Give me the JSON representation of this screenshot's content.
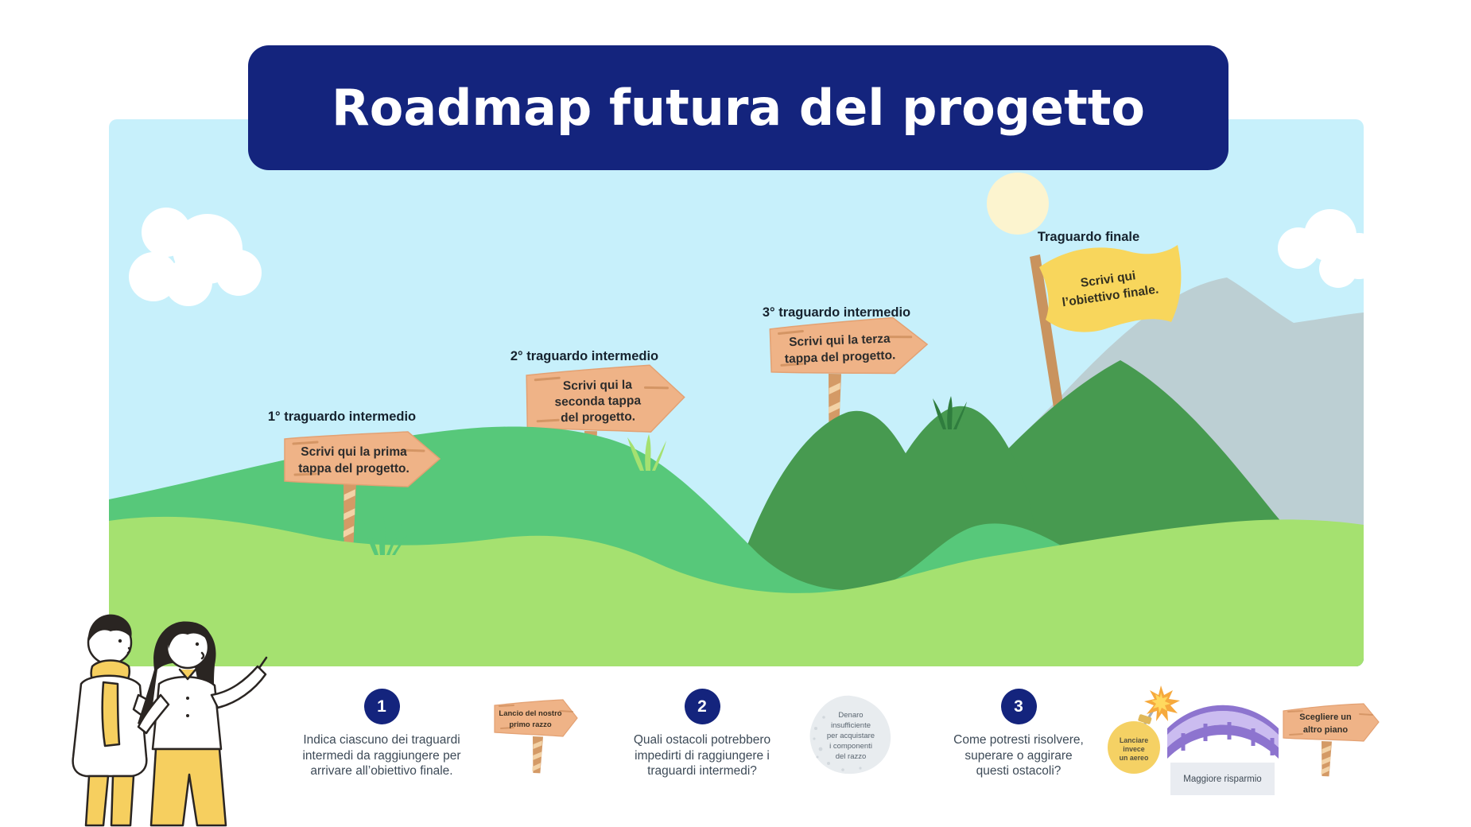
{
  "title": "Roadmap futura del progetto",
  "milestones": [
    {
      "label": "1° traguardo intermedio",
      "lines": [
        "Scrivi qui la prima",
        "tappa del progetto."
      ]
    },
    {
      "label": "2° traguardo intermedio",
      "lines": [
        "Scrivi qui la",
        "seconda tappa",
        "del progetto."
      ]
    },
    {
      "label": "3° traguardo intermedio",
      "lines": [
        "Scrivi qui la terza",
        "tappa del progetto."
      ]
    }
  ],
  "final_goal": {
    "label": "Traguardo finale",
    "lines": [
      "Scrivi qui",
      "l’obiettivo finale."
    ]
  },
  "steps": [
    {
      "number": "1",
      "lines": [
        "Indica ciascuno dei traguardi",
        "intermedi da raggiungere per",
        "arrivare all’obiettivo finale."
      ]
    },
    {
      "number": "2",
      "lines": [
        "Quali ostacoli potrebbero",
        "impedirti di raggiungere i",
        "traguardi intermedi?"
      ]
    },
    {
      "number": "3",
      "lines": [
        "Come potresti risolvere,",
        "superare o aggirare",
        "questi ostacoli?"
      ]
    }
  ],
  "examples": {
    "rocket_sign": {
      "lines": [
        "Lancio del nostro",
        "primo razzo"
      ]
    },
    "obstacle_cloud": {
      "lines": [
        "Denaro",
        "insufficiente",
        "per acquistare",
        "i componenti",
        "del razzo"
      ]
    },
    "bomb": {
      "lines": [
        "Lanciare",
        "invece",
        "un aereo"
      ]
    },
    "bridge_caption": "Maggiore risparmio",
    "plan_sign": {
      "lines": [
        "Scegliere un",
        "altro piano"
      ]
    }
  },
  "colors": {
    "navy": "#14247d",
    "sky": "#c7f0fb",
    "wood": "#efb387",
    "flag_yellow": "#f8d65c",
    "grass_light": "#a5e170",
    "grass_medium": "#57c87a",
    "grass_dark": "#479a50",
    "mountain_gray": "#bccfd3",
    "bridge_purple": "#8d74cf"
  }
}
